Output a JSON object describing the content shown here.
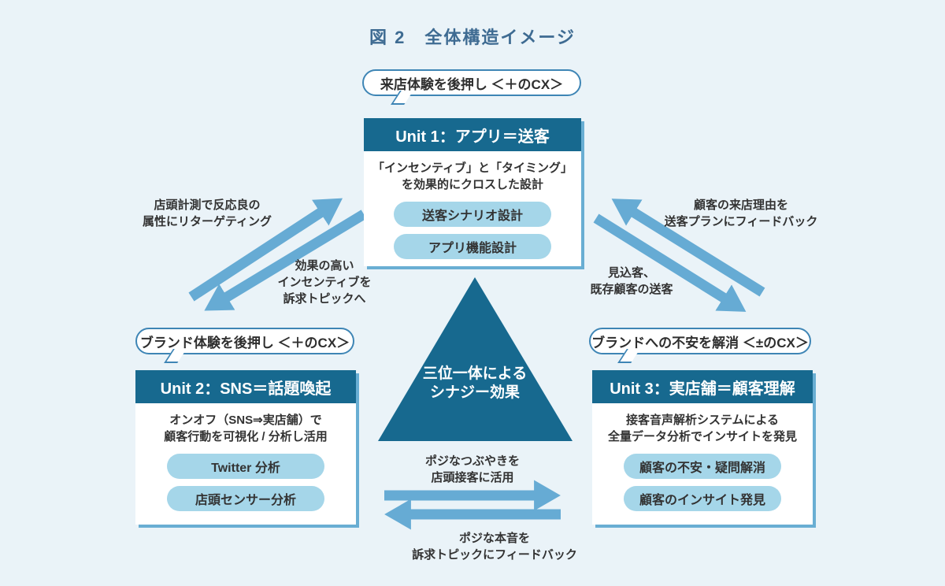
{
  "title": "図 2　全体構造イメージ",
  "units": [
    {
      "bubble": "来店体験を後押し ＜＋のCX＞",
      "header": "Unit 1：アプリ＝送客",
      "desc": "「インセンティブ」と「タイミング」\nを効果的にクロスした設計",
      "pills": [
        "送客シナリオ設計",
        "アプリ機能設計"
      ]
    },
    {
      "bubble": "ブランド体験を後押し ＜＋のCX＞",
      "header": "Unit 2：SNS＝話題喚起",
      "desc": "オンオフ（SNS⇒実店舗）で\n顧客行動を可視化 / 分析し活用",
      "pills": [
        "Twitter 分析",
        "店頭センサー分析"
      ]
    },
    {
      "bubble": "ブランドへの不安を解消 ＜±のCX＞",
      "header": "Unit 3：実店舗＝顧客理解",
      "desc": "接客音声解析システムによる\n全量データ分析でインサイトを発見",
      "pills": [
        "顧客の不安・疑問解消",
        "顧客のインサイト発見"
      ]
    }
  ],
  "triangle": {
    "label": "三位一体による\nシナジー効果"
  },
  "flow_labels": {
    "left_top": "店頭計測で反応良の\n属性にリターゲティング",
    "left_bottom": "効果の高い\nインセンティブを\n訴求トピックへ",
    "right_top": "顧客の来店理由を\n送客プランにフィードバック",
    "right_bottom": "見込客、\n既存顧客の送客",
    "bottom_top": "ポジなつぶやきを\n店頭接客に活用",
    "bottom_bottom": "ポジな本音を\n訴求トピックにフィードバック"
  },
  "colors": {
    "background": "#eaf3f8",
    "dark_blue": "#17698f",
    "pill_blue": "#a5d6e9",
    "arrow_blue": "#66abd4",
    "bubble_border": "#3e85b5",
    "title_blue": "#3e6b92",
    "text_dark": "#333333"
  }
}
